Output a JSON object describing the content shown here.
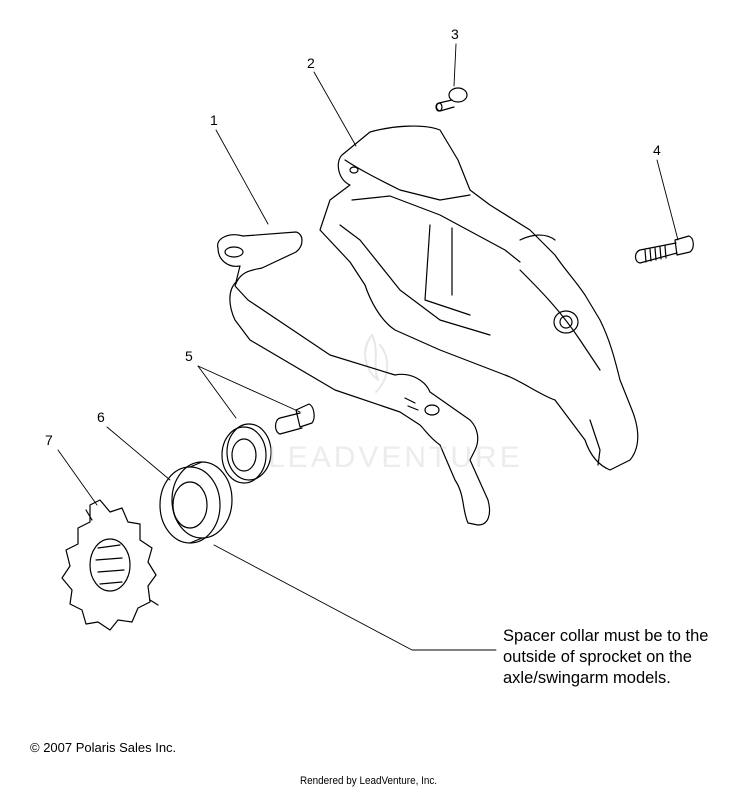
{
  "callouts": [
    "1",
    "2",
    "3",
    "4",
    "5",
    "6",
    "7"
  ],
  "note": {
    "line1": "Spacer collar must be to the",
    "line2": "outside of sprocket on the",
    "line3": "axle/swingarm models."
  },
  "copyright": "© 2007 Polaris Sales Inc.",
  "rendered_by": "Rendered by LeadVenture, Inc.",
  "watermark": "LEADVENTURE",
  "colors": {
    "line": "#000000",
    "background": "#ffffff",
    "watermark": "#c8c8c8"
  }
}
